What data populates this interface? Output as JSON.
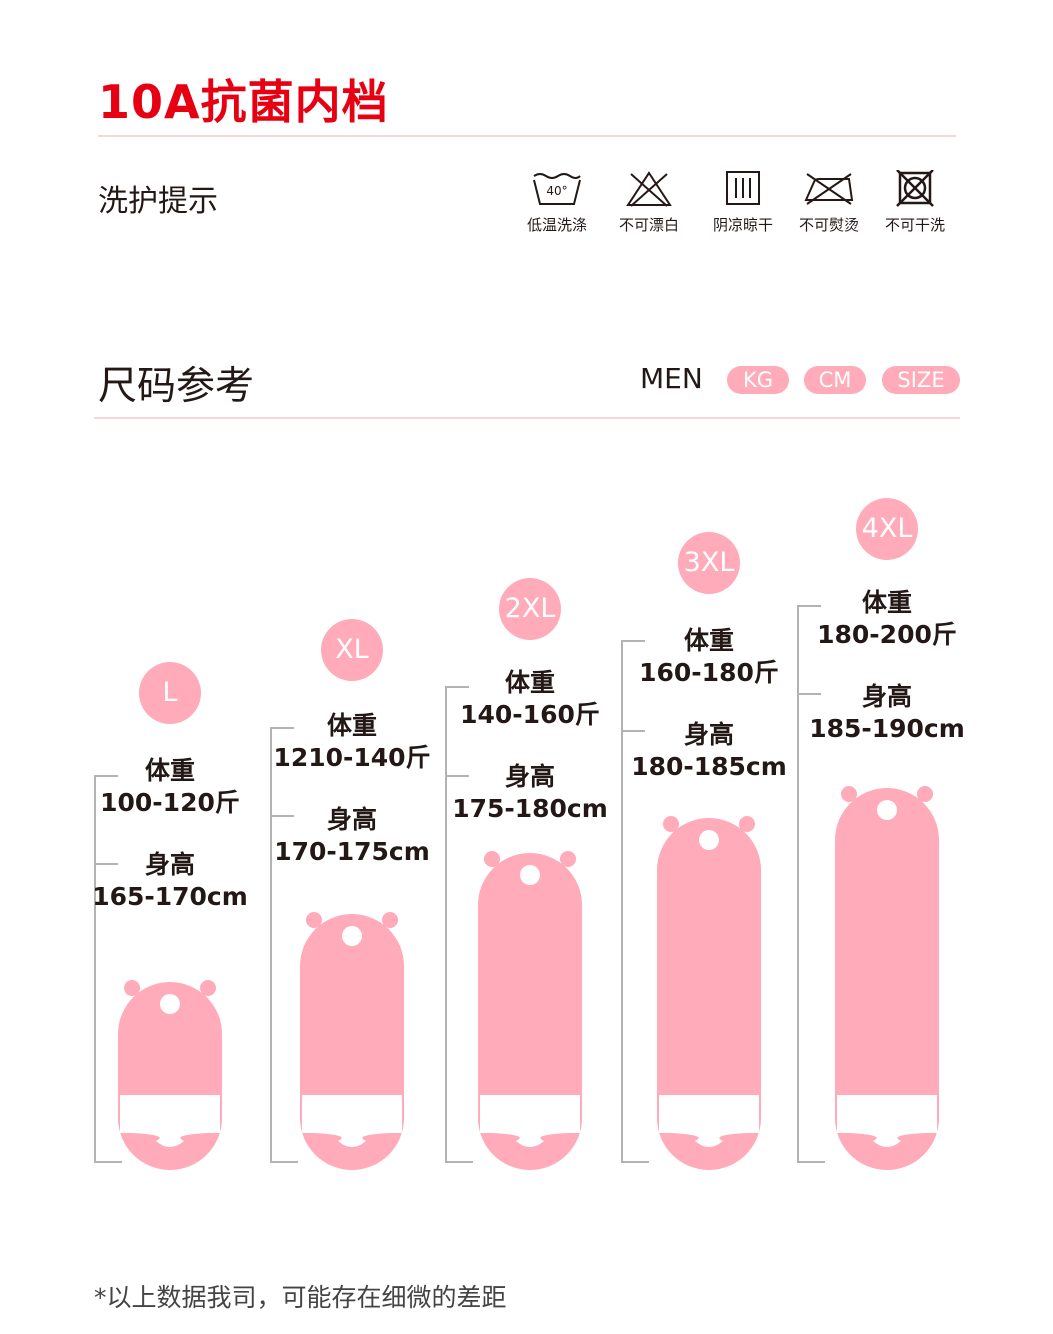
{
  "header": {
    "title": "10A抗菌内档"
  },
  "care": {
    "label": "洗护提示",
    "temp": "40°",
    "items": [
      {
        "icon": "wash-40-icon",
        "caption": "低温洗涤"
      },
      {
        "icon": "no-bleach-icon",
        "caption": "不可漂白"
      },
      {
        "icon": "line-dry-shade-icon",
        "caption": "阴凉晾干"
      },
      {
        "icon": "no-iron-icon",
        "caption": "不可熨烫"
      },
      {
        "icon": "no-dry-clean-icon",
        "caption": "不可干洗"
      }
    ]
  },
  "sizing": {
    "label": "尺码参考",
    "men": "MEN",
    "tags": [
      "KG",
      "CM",
      "SIZE"
    ],
    "weight_label": "体重",
    "height_label": "身高",
    "sizes": [
      {
        "size": "L",
        "weight": "100-120斤",
        "height": "165-170cm"
      },
      {
        "size": "XL",
        "weight": "1210-140斤",
        "height": "170-175cm"
      },
      {
        "size": "2XL",
        "weight": "140-160斤",
        "height": "175-180cm"
      },
      {
        "size": "3XL",
        "weight": "160-180斤",
        "height": "180-185cm"
      },
      {
        "size": "4XL",
        "weight": "180-200斤",
        "height": "185-190cm"
      }
    ]
  },
  "colors": {
    "accent": "#e60012",
    "pink": "#ffabb9",
    "rule": "#f6d7da",
    "line": "#b3b3b3"
  },
  "footer": {
    "note": "*以上数据我司，可能存在细微的差距"
  }
}
